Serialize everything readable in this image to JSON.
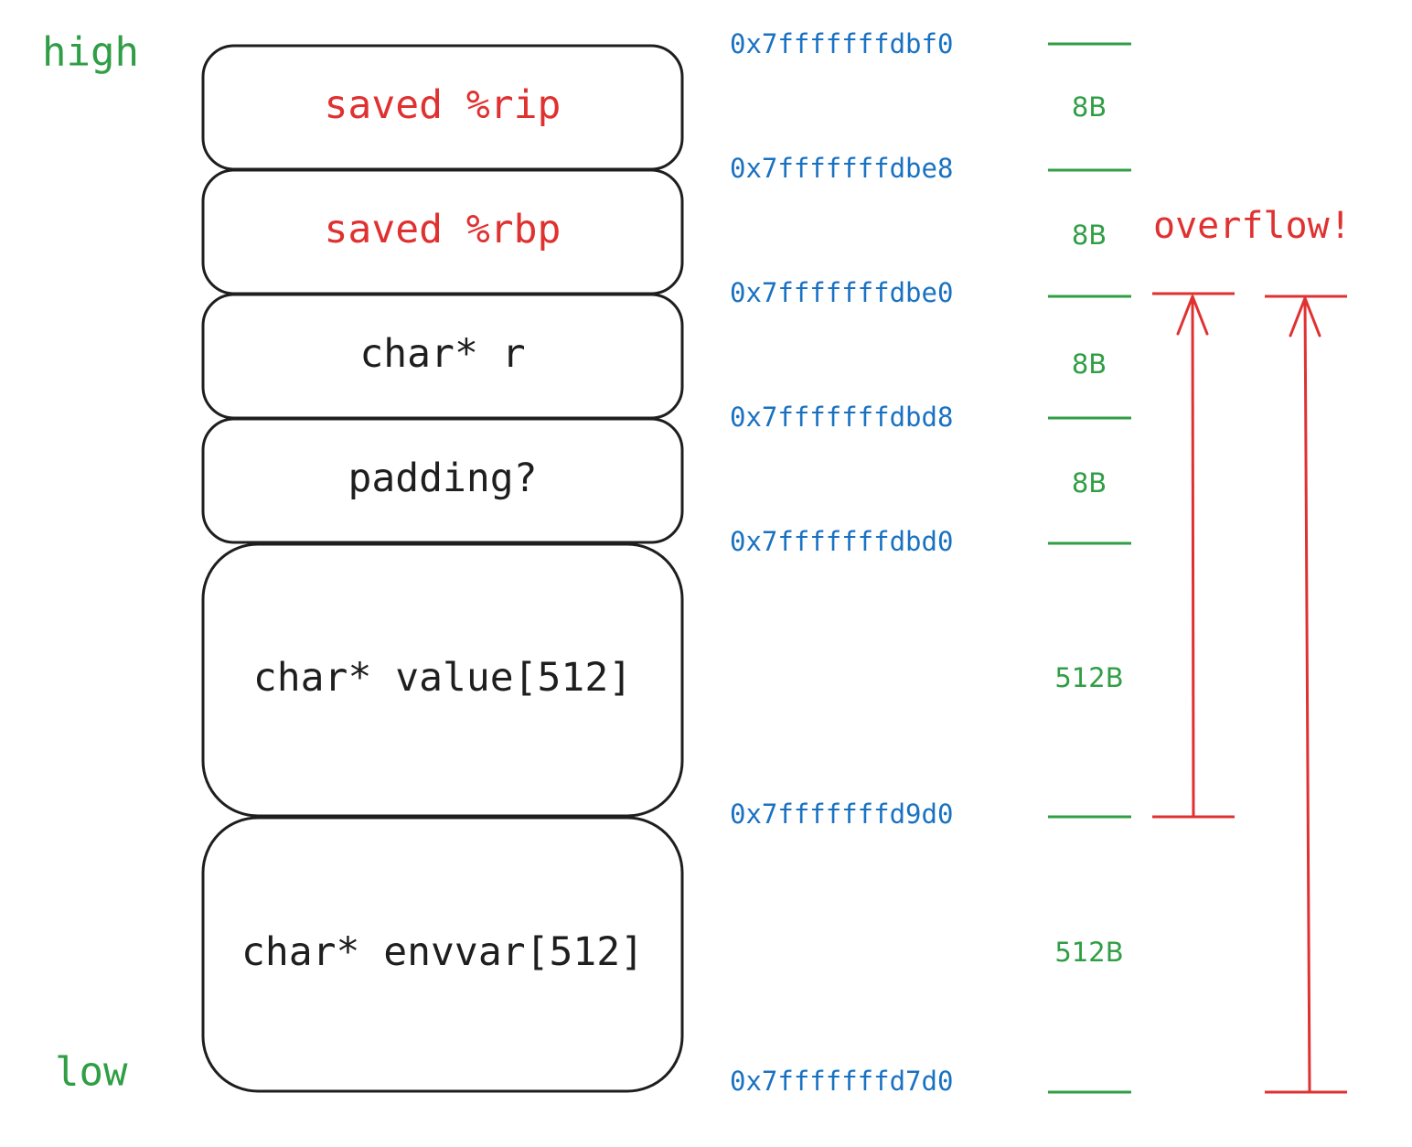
{
  "labels": {
    "high": "high",
    "low": "low",
    "overflow": "overflow!"
  },
  "colors": {
    "outline": "#1e1e1e",
    "text": "#1e1e1e",
    "highlight": "#e03131",
    "address": "#1971c2",
    "size": "#2f9e44"
  },
  "slots": [
    {
      "label": "saved %rip",
      "highlight": true
    },
    {
      "label": "saved %rbp",
      "highlight": true
    },
    {
      "label": "char* r",
      "highlight": false
    },
    {
      "label": "padding?",
      "highlight": false
    },
    {
      "label": "char* value[512]",
      "highlight": false
    },
    {
      "label": "char* envvar[512]",
      "highlight": false
    }
  ],
  "addresses": [
    "0x7fffffffdbf0",
    "0x7fffffffdbe8",
    "0x7fffffffdbe0",
    "0x7fffffffdbd8",
    "0x7fffffffdbd0",
    "0x7fffffffd9d0",
    "0x7fffffffd7d0"
  ],
  "sizes": [
    "8B",
    "8B",
    "8B",
    "8B",
    "512B",
    "512B"
  ]
}
